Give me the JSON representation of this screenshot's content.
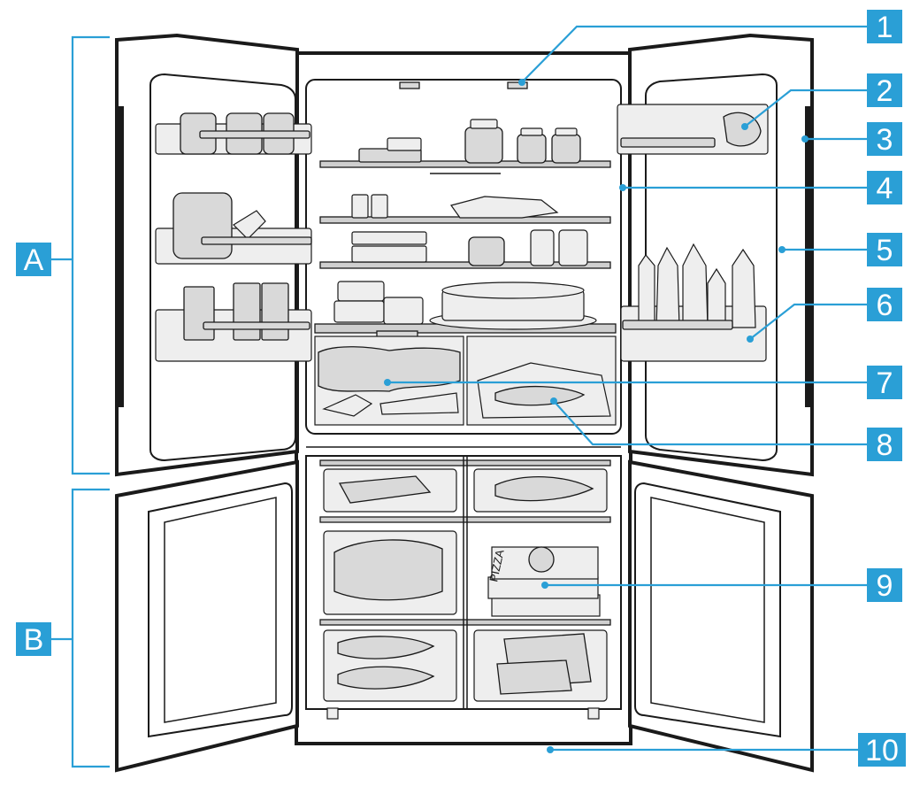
{
  "accent_color": "#2a9fd6",
  "labels": {
    "n1": "1",
    "n2": "2",
    "n3": "3",
    "n4": "4",
    "n5": "5",
    "n6": "6",
    "n7": "7",
    "n8": "8",
    "n9": "9",
    "n10": "10",
    "a": "A",
    "b": "B"
  },
  "pizza_box_text": "PIZZA"
}
